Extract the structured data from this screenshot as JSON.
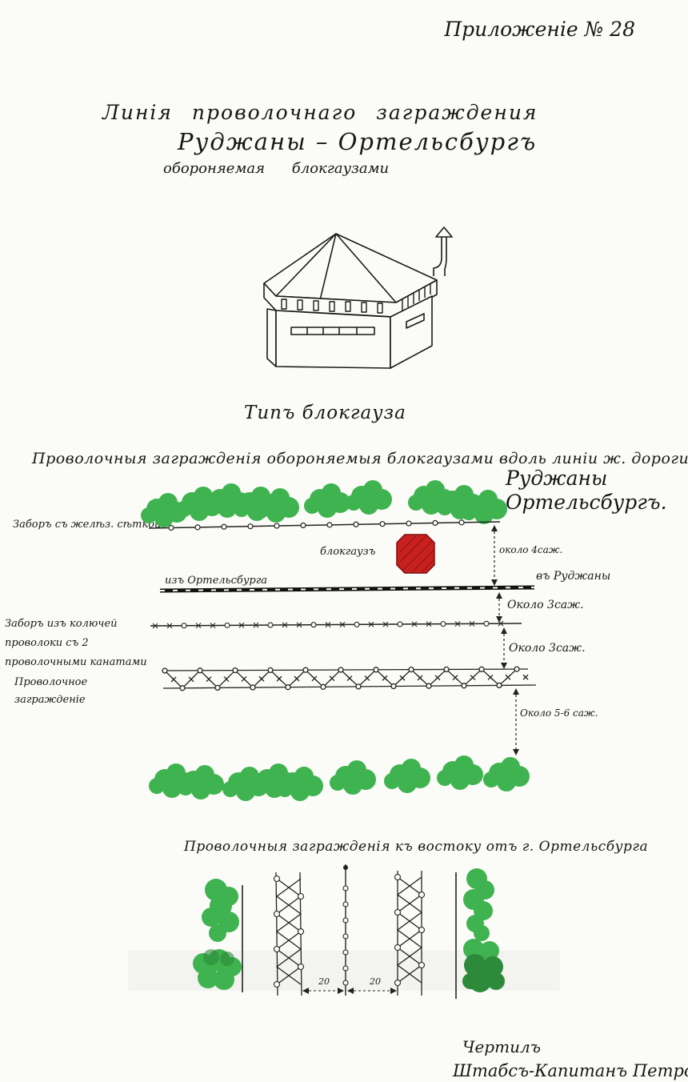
{
  "header": {
    "appendix": "Приложеніе № 28",
    "title_line1": "Линія проволочнаго заграждения",
    "title_line2": "Руджаны – Ортельсбургъ",
    "title_line3": "обороняемая блокгаузами"
  },
  "blockhouse": {
    "caption": "Типъ блокгауза"
  },
  "section2": {
    "title": "Проволочныя загражденія обороняемыя блокгаузами вдоль линіи ж. дороги",
    "title_end": "Руджаны Ортельсбургъ.",
    "labels": {
      "fence_mesh": "Заборъ съ желѣз. сѣткой",
      "blockhouse": "блокгаузъ",
      "from_ortelsburg": "изъ Ортельсбурга",
      "to_rudzhany": "въ Руджаны",
      "barbed_fence": "Заборъ изъ колючей проволоки съ 2 проволочными канатами",
      "wire_obstacle": "Проволочное загражденіе"
    },
    "distances": {
      "d1": "около 4саж.",
      "d2": "Около 3саж.",
      "d3": "Около 3саж.",
      "d4": "Около 5-6 саж."
    },
    "colors": {
      "blockhouse": "#c8201e",
      "foliage": "#3fb34f"
    }
  },
  "section3": {
    "title": "Проволочныя загражденія къ востоку отъ г. Ортельсбурга",
    "dim_left": "20",
    "dim_right": "20"
  },
  "signature": {
    "line1": "Чертилъ",
    "line2": "Штабсъ-Капитанъ Петровъ."
  }
}
